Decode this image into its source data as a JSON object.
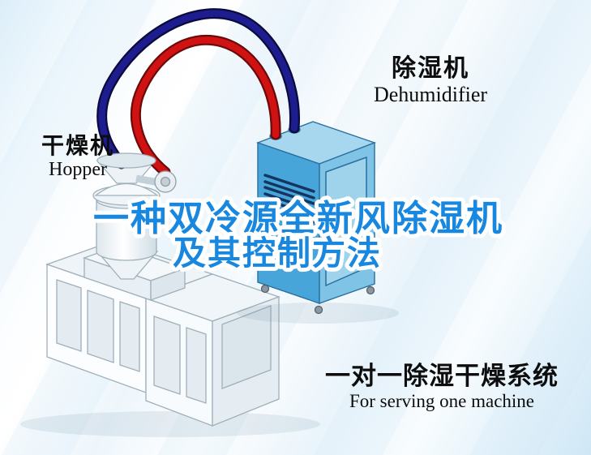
{
  "poster": {
    "title": {
      "line1": "一种双冷源全新风除湿机",
      "line2": "及其控制方法",
      "color": "#1787e0"
    },
    "labels": {
      "dehumidifier": {
        "cn": "除湿机",
        "en": "Dehumidifier"
      },
      "hopper": {
        "cn": "干燥机",
        "en": "Hopper"
      }
    },
    "caption": {
      "cn": "一对一除湿干燥系统",
      "en": "For serving one machine"
    },
    "colors": {
      "hot_pipe": "#d01212",
      "hot_pipe_outline": "#6b0a0a",
      "cold_pipe": "#1d1d8f",
      "cold_pipe_outline": "#0a0a3c",
      "dehumidifier_front": "#47a5da",
      "dehumidifier_side": "#7fc4e6",
      "dehumidifier_top": "#a6d7ef",
      "machine_body": "#f8fbfd",
      "background_tint": "#d8ecf9",
      "text": "#0d0d0d"
    }
  }
}
